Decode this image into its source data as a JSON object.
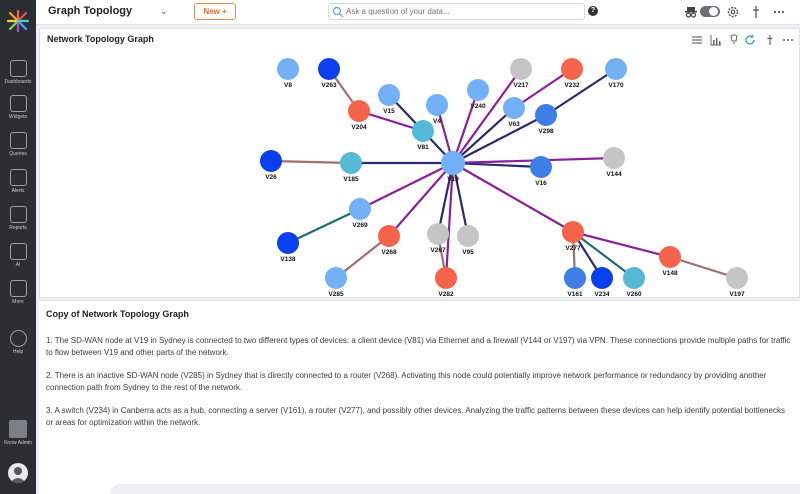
{
  "sidebar": {
    "items": [
      {
        "label": "Dashboards",
        "icon": "dashboard-icon"
      },
      {
        "label": "Widgets",
        "icon": "widgets-icon"
      },
      {
        "label": "Queries",
        "icon": "queries-icon"
      },
      {
        "label": "Alerts",
        "icon": "alerts-icon"
      },
      {
        "label": "Reports",
        "icon": "reports-icon"
      },
      {
        "label": "AI",
        "icon": "ai-icon"
      },
      {
        "label": "More",
        "icon": "more-icon"
      },
      {
        "label": "Help",
        "icon": "help-icon"
      }
    ],
    "user_label": "Know Admin"
  },
  "topbar": {
    "title": "Graph Topology",
    "new_label": "New +",
    "search_placeholder": "Ask a question of your data..."
  },
  "graph_panel": {
    "title": "Network Topology Graph",
    "colors": {
      "light_blue": "#74b0f5",
      "dark_blue": "#0a3ff0",
      "mid_blue": "#3f7ee6",
      "teal": "#53b9d4",
      "red": "#f5644a",
      "gray": "#c5c5c5",
      "edge_navy": "#2a2a6e",
      "edge_purple": "#8b1f9c",
      "edge_mauve": "#a0706e",
      "edge_teal": "#1f6e6a"
    },
    "nodes": [
      {
        "id": "V8",
        "color": "light_blue"
      },
      {
        "id": "V263",
        "color": "dark_blue"
      },
      {
        "id": "V204",
        "color": "red"
      },
      {
        "id": "V15",
        "color": "light_blue"
      },
      {
        "id": "V4",
        "color": "light_blue"
      },
      {
        "id": "V81",
        "color": "teal"
      },
      {
        "id": "V240",
        "color": "light_blue"
      },
      {
        "id": "V217",
        "color": "gray"
      },
      {
        "id": "V232",
        "color": "red"
      },
      {
        "id": "V170",
        "color": "light_blue"
      },
      {
        "id": "V63",
        "color": "light_blue"
      },
      {
        "id": "V298",
        "color": "mid_blue"
      },
      {
        "id": "V26",
        "color": "dark_blue"
      },
      {
        "id": "V185",
        "color": "teal"
      },
      {
        "id": "V19",
        "color": "light_blue"
      },
      {
        "id": "V16",
        "color": "mid_blue"
      },
      {
        "id": "V144",
        "color": "gray"
      },
      {
        "id": "V269",
        "color": "light_blue"
      },
      {
        "id": "V138",
        "color": "dark_blue"
      },
      {
        "id": "V268",
        "color": "red"
      },
      {
        "id": "V267",
        "color": "gray"
      },
      {
        "id": "V95",
        "color": "gray"
      },
      {
        "id": "V285",
        "color": "light_blue"
      },
      {
        "id": "V282",
        "color": "red"
      },
      {
        "id": "V277",
        "color": "red"
      },
      {
        "id": "V148",
        "color": "red"
      },
      {
        "id": "V161",
        "color": "mid_blue"
      },
      {
        "id": "V234",
        "color": "dark_blue"
      },
      {
        "id": "V260",
        "color": "teal"
      },
      {
        "id": "V197",
        "color": "gray"
      }
    ],
    "edges": [
      {
        "from": "V19",
        "to": "V81",
        "color": "edge_navy"
      },
      {
        "from": "V19",
        "to": "V4",
        "color": "edge_purple"
      },
      {
        "from": "V19",
        "to": "V240",
        "color": "edge_purple"
      },
      {
        "from": "V19",
        "to": "V217",
        "color": "edge_purple"
      },
      {
        "from": "V19",
        "to": "V63",
        "color": "edge_navy"
      },
      {
        "from": "V19",
        "to": "V298",
        "color": "edge_navy"
      },
      {
        "from": "V19",
        "to": "V185",
        "color": "edge_navy"
      },
      {
        "from": "V19",
        "to": "V16",
        "color": "edge_navy"
      },
      {
        "from": "V19",
        "to": "V144",
        "color": "edge_purple"
      },
      {
        "from": "V19",
        "to": "V269",
        "color": "edge_purple"
      },
      {
        "from": "V19",
        "to": "V268",
        "color": "edge_purple"
      },
      {
        "from": "V19",
        "to": "V267",
        "color": "edge_navy"
      },
      {
        "from": "V19",
        "to": "V95",
        "color": "edge_navy"
      },
      {
        "from": "V19",
        "to": "V282",
        "color": "edge_purple"
      },
      {
        "from": "V19",
        "to": "V277",
        "color": "edge_purple"
      },
      {
        "from": "V81",
        "to": "V15",
        "color": "edge_navy"
      },
      {
        "from": "V81",
        "to": "V204",
        "color": "edge_purple"
      },
      {
        "from": "V204",
        "to": "V263",
        "color": "edge_mauve"
      },
      {
        "from": "V63",
        "to": "V232",
        "color": "edge_purple"
      },
      {
        "from": "V298",
        "to": "V170",
        "color": "edge_navy"
      },
      {
        "from": "V26",
        "to": "V185",
        "color": "edge_mauve"
      },
      {
        "from": "V269",
        "to": "V138",
        "color": "edge_teal"
      },
      {
        "from": "V268",
        "to": "V285",
        "color": "edge_mauve"
      },
      {
        "from": "V267",
        "to": "V282",
        "color": "edge_mauve"
      },
      {
        "from": "V277",
        "to": "V148",
        "color": "edge_purple"
      },
      {
        "from": "V277",
        "to": "V161",
        "color": "edge_mauve"
      },
      {
        "from": "V277",
        "to": "V234",
        "color": "edge_navy"
      },
      {
        "from": "V277",
        "to": "V260",
        "color": "edge_teal"
      },
      {
        "from": "V148",
        "to": "V197",
        "color": "edge_mauve"
      }
    ]
  },
  "text_panel": {
    "title": "Copy of Network Topology Graph",
    "paragraphs": [
      "1. The SD-WAN node at V19 in Sydney is connected to two different types of devices: a client device (V81) via Ethernet and a firewall (V144 or V197) via VPN. These connections provide multiple paths for traffic to flow between V19 and other parts of the network.",
      "2. There is an inactive SD-WAN node (V285) in Sydney that is directly connected to a router (V268). Activating this node could potentially improve network performance or redundancy by providing another connection path from Sydney to the rest of the network.",
      "3. A switch (V234) in Canberra acts as a hub, connecting a server (V161), a router (V277), and possibly other devices. Analyzing the traffic patterns between these devices can help identify potential bottlenecks or areas for optimization within the network."
    ]
  }
}
